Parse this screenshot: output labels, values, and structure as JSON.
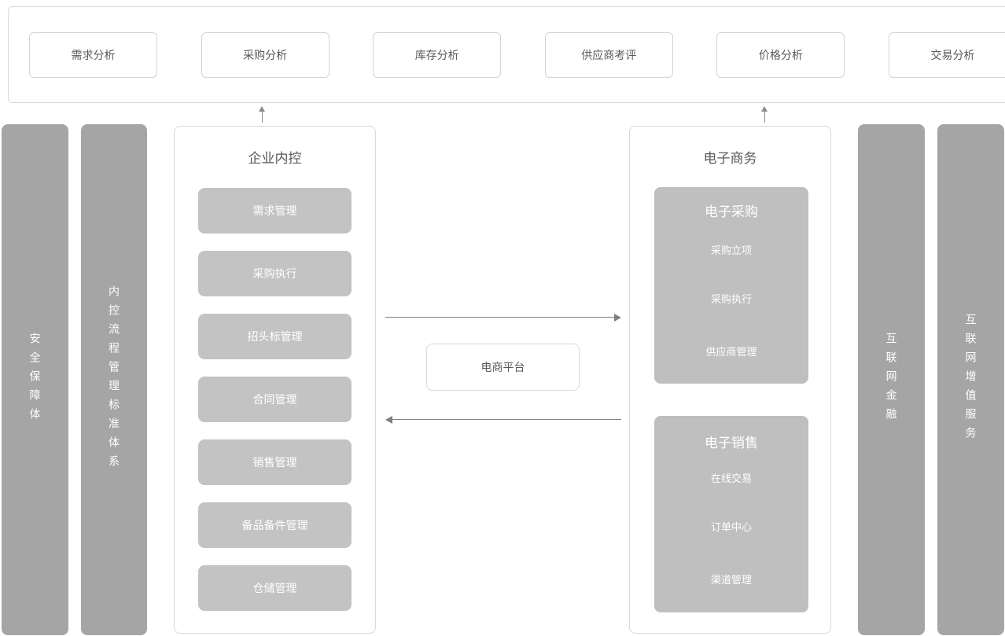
{
  "colors": {
    "side_bar": "#a5a5a5",
    "item_box": "#c3c3c3",
    "group_box": "#bfbfbf",
    "panel_border": "#d9d9d9",
    "title_text": "#595959",
    "arrow": "#7f7f7f",
    "light_text": "#ffffff"
  },
  "top_panel": {
    "items": [
      "需求分析",
      "采购分析",
      "库存分析",
      "供应商考评",
      "价格分析",
      "交易分析"
    ]
  },
  "left_bars": {
    "bar1": "安全保障体",
    "bar2": "内控流程管理标准体系"
  },
  "right_bars": {
    "bar1": "互联网金融",
    "bar2": "互联网增值服务"
  },
  "internal_control": {
    "title": "企业内控",
    "items": [
      "需求管理",
      "采购执行",
      "招头标管理",
      "合同管理",
      "销售管理",
      "备品备件管理",
      "仓储管理"
    ]
  },
  "ecommerce": {
    "title": "电子商务",
    "groups": [
      {
        "title": "电子采购",
        "items": [
          "采购立项",
          "采购执行",
          "供应商管理"
        ]
      },
      {
        "title": "电子销售",
        "items": [
          "在线交易",
          "订单中心",
          "渠道管理"
        ]
      }
    ]
  },
  "platform": {
    "label": "电商平台"
  }
}
